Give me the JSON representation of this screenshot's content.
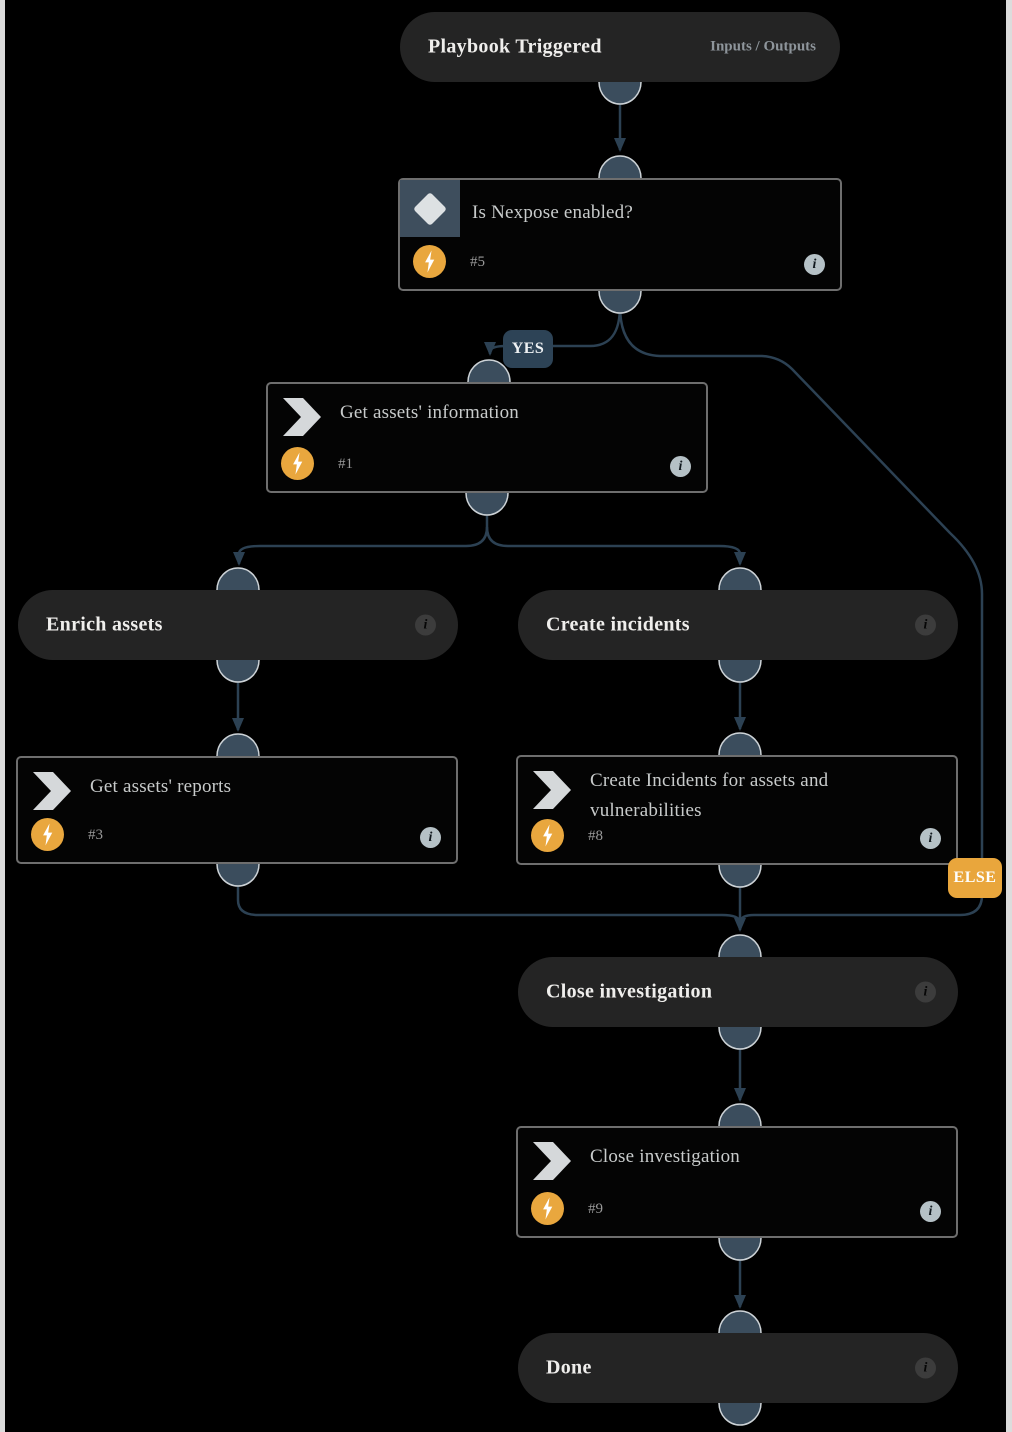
{
  "window": {
    "frame_color": "#dcdcdc",
    "canvas_color": "#000000"
  },
  "colors": {
    "edge_line": "#2c4153",
    "connector_fill": "#3b4d5d",
    "connector_stroke": "#ccd2d6",
    "node_pill_bg": "#242424",
    "task_bg": "#040404",
    "task_border": "#6e6e6e",
    "condition_icon_bg": "#3e4e5d",
    "automation_orange": "#e9a73e",
    "else_label_bg": "#e9a63c",
    "yes_label_bg": "#2d4356",
    "pill_title_color": "#efeeec",
    "task_title_color": "#c8cbcb"
  },
  "start": {
    "title": "Playbook Triggered",
    "io_label": "Inputs / Outputs"
  },
  "condition": {
    "title": "Is Nexpose enabled?",
    "task_number": "#5"
  },
  "branch_labels": {
    "yes": "YES",
    "else": "ELSE"
  },
  "tasks": {
    "get_assets_information": {
      "title": "Get assets' information",
      "task_number": "#1"
    },
    "get_assets_reports": {
      "title": "Get assets' reports",
      "task_number": "#3"
    },
    "create_incidents_for_assets": {
      "title": "Create Incidents for assets and vulnerabilities",
      "task_number": "#8"
    },
    "close_investigation": {
      "title": "Close investigation",
      "task_number": "#9"
    }
  },
  "sections": {
    "enrich_assets": {
      "title": "Enrich assets"
    },
    "create_incidents": {
      "title": "Create incidents"
    },
    "close_investigation": {
      "title": "Close investigation"
    },
    "done": {
      "title": "Done"
    }
  },
  "icons": {
    "info_glyph": "i",
    "semantic": [
      "info-icon",
      "lightning-bolt-icon",
      "chevron-task-icon",
      "diamond-condition-icon"
    ]
  }
}
